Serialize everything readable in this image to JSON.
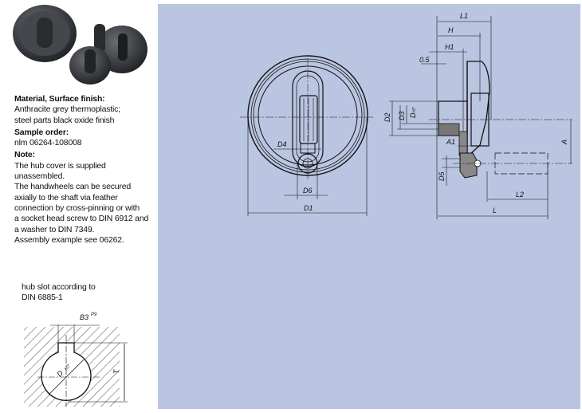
{
  "info": {
    "material_heading": "Material, Surface finish:",
    "material_lines": [
      "Anthracite grey thermoplastic;",
      "steel parts black oxide finish"
    ],
    "sample_heading": "Sample order:",
    "sample_value": "nlm 06264-108008",
    "note_heading": "Note:",
    "note_lines": [
      "The hub cover is supplied",
      "unassembled.",
      "The handwheels can be secured",
      "axially to the shaft via feather",
      "connection by cross-pinning or with",
      "a socket head screw to DIN 6912 and",
      "a washer to DIN 7349.",
      "Assembly example see 06262."
    ]
  },
  "slot": {
    "title_lines": [
      "hub slot according to",
      "DIN 6885-1"
    ],
    "labels": {
      "b3": "B3",
      "b3_tol": "P9",
      "d": "D",
      "d_tol": "H7",
      "t": "T"
    }
  },
  "front_view": {
    "labels": {
      "d1": "D1",
      "d4": "D4",
      "d6": "D6"
    }
  },
  "side_view": {
    "labels": {
      "l1": "L1",
      "h": "H",
      "h1": "H1",
      "gap": "0.5",
      "d2": "D2",
      "d3": "D3",
      "d": "D",
      "d_tol": "H7",
      "a1": "A1",
      "a": "A",
      "d5": "D5",
      "l2": "L2",
      "l": "L"
    }
  },
  "colors": {
    "panel": "#bac5e1",
    "line": "#111111",
    "part_dark": "#3a3d42"
  }
}
